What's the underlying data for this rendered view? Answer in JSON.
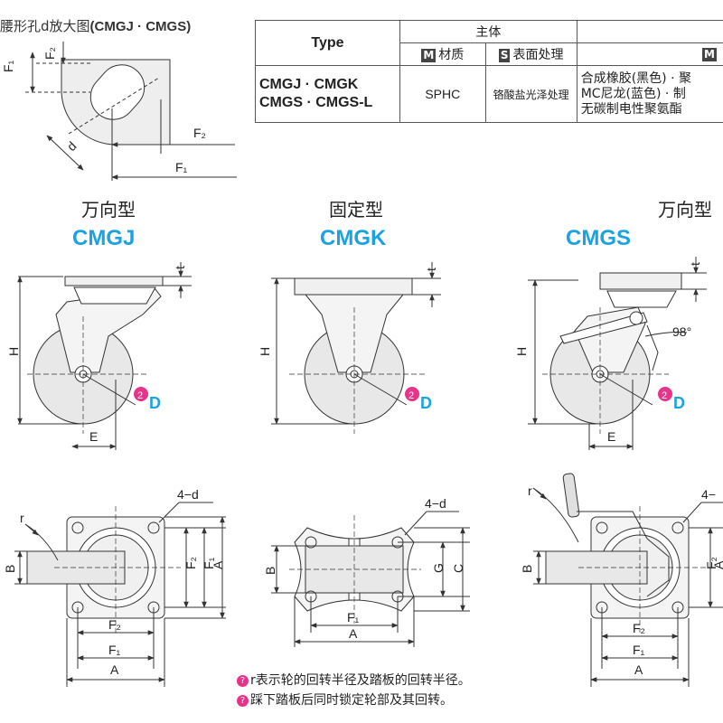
{
  "header": {
    "title_prefix": "腰形孔d放大图",
    "title_models": "(CMGJ · CMGS)"
  },
  "table": {
    "type_label": "Type",
    "body_label": "主体",
    "material_tag": "M",
    "material_label": "材质",
    "surface_tag": "S",
    "surface_label": "表面处理",
    "right_tag": "M",
    "models_line1": "CMGJ · CMGK",
    "models_line2": "CMGS · CMGS-L",
    "material_value": "SPHC",
    "surface_value": "铬酸盐光泽处理",
    "wheel_line1": "合成橡胶(黑色) · 聚",
    "wheel_line2": "MC尼龙(蓝色) · 制",
    "wheel_line3": "无碳制电性聚氨酯"
  },
  "casters": [
    {
      "type": "万向型",
      "model": "CMGJ"
    },
    {
      "type": "固定型",
      "model": "CMGK"
    },
    {
      "type": "万向型",
      "model": "CMGS"
    }
  ],
  "dims": {
    "F1": "F₁",
    "F2": "F₂",
    "d": "d",
    "t": "t",
    "H": "H",
    "E": "E",
    "D": "D",
    "B": "B",
    "A": "A",
    "C": "C",
    "G": "G",
    "r": "r",
    "hole_cmgj": "4−d",
    "hole_cmgk": "4−d",
    "hole_cmgs": "4−",
    "angle": "98°",
    "marker": "2"
  },
  "notes": {
    "note1": "r表示轮的回转半径及踏板的回转半径。",
    "note2": "踩下踏板后同时锁定轮部及其回转。"
  },
  "colors": {
    "accent": "#1aa3e0",
    "marker": "#e6348a",
    "wheel": "#e8e8e8",
    "line": "#333333"
  }
}
